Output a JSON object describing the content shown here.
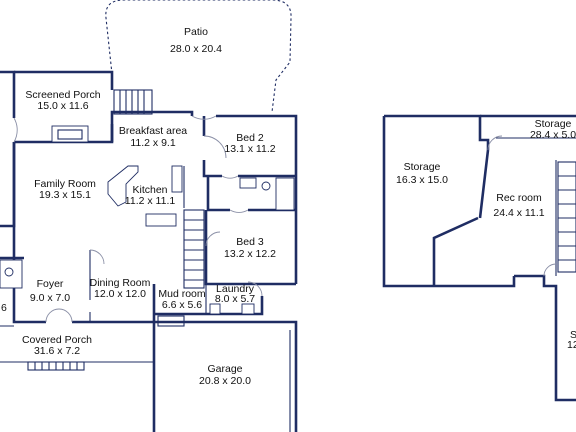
{
  "rooms": [
    {
      "key": "patio",
      "name": "Patio",
      "dims": "28.0 x 20.4"
    },
    {
      "key": "screened-porch",
      "name": "Screened Porch",
      "dims": "15.0 x 11.6"
    },
    {
      "key": "breakfast-area",
      "name": "Breakfast area",
      "dims": "11.2 x 9.1"
    },
    {
      "key": "bed-2",
      "name": "Bed 2",
      "dims": "13.1 x 11.2"
    },
    {
      "key": "family-room",
      "name": "Family Room",
      "dims": "19.3 x 15.1"
    },
    {
      "key": "kitchen",
      "name": "Kitchen",
      "dims": "11.2 x 11.1"
    },
    {
      "key": "bed-3",
      "name": "Bed 3",
      "dims": "13.2 x 12.2"
    },
    {
      "key": "foyer",
      "name": "Foyer",
      "dims": "9.0 x 7.0"
    },
    {
      "key": "dining-room",
      "name": "Dining Room",
      "dims": "12.0 x 12.0"
    },
    {
      "key": "mud-room",
      "name": "Mud room",
      "dims": "6.6 x 5.6"
    },
    {
      "key": "laundry",
      "name": "Laundry",
      "dims": "8.0 x 5.7"
    },
    {
      "key": "covered-porch",
      "name": "Covered Porch",
      "dims": "31.6 x 7.2"
    },
    {
      "key": "garage",
      "name": "Garage",
      "dims": "20.8 x 20.0"
    },
    {
      "key": "storage-left",
      "name": "Storage",
      "dims": "16.3 x 15.0"
    },
    {
      "key": "storage-top",
      "name": "Storage",
      "dims": "28.4 x 5.0"
    },
    {
      "key": "rec-room",
      "name": "Rec room",
      "dims": "24.4 x 11.1"
    }
  ],
  "cutoff_labels": {
    "left_fragment": "6",
    "right_fragment_top": "S",
    "right_fragment_bottom": "12"
  }
}
